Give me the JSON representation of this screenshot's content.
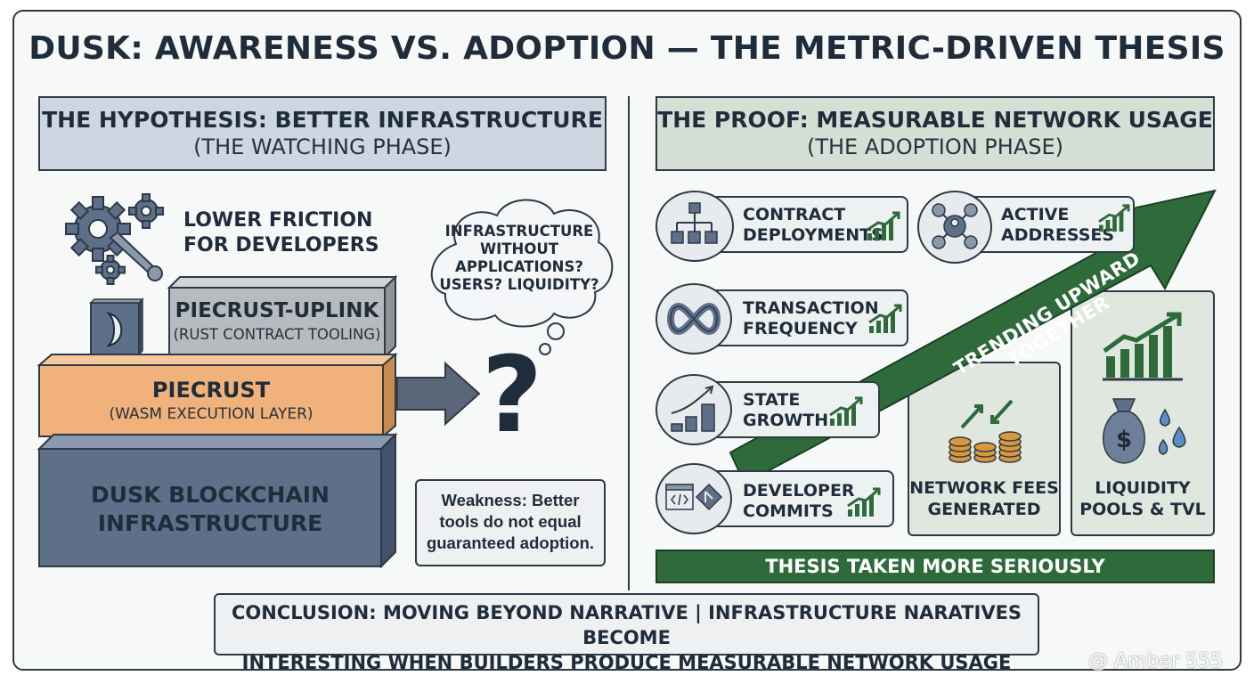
{
  "title": "DUSK: AWARENESS VS. ADOPTION — THE METRIC-DRIVEN THESIS",
  "left": {
    "heading": "THE HYPOTHESIS: BETTER INFRASTRUCTURE",
    "subheading": "(THE WATCHING PHASE)",
    "friction_line1": "LOWER FRICTION",
    "friction_line2": "FOR DEVELOPERS",
    "uplink_title": "PIECRUST-UPLINK",
    "uplink_sub": "(RUST CONTRACT TOOLING)",
    "piecrust_title": "PIECRUST",
    "piecrust_sub": "(WASM EXECUTION LAYER)",
    "dusk_line1": "DUSK BLOCKCHAIN",
    "dusk_line2": "INFRASTRUCTURE",
    "thought_lines": [
      "INFRASTRUCTURE",
      "WITHOUT",
      "APPLICATIONS?",
      "USERS? LIQUIDITY?"
    ],
    "question_mark": "?",
    "weakness_lines": [
      "Weakness: Better",
      "tools do not equal",
      "guaranteed adoption."
    ]
  },
  "right": {
    "heading": "THE PROOF: MEASURABLE NETWORK USAGE",
    "subheading": "(THE ADOPTION PHASE)",
    "metrics": [
      {
        "line1": "CONTRACT",
        "line2": "DEPLOYMENTS",
        "icon": "contract-deploy-icon"
      },
      {
        "line1": "ACTIVE",
        "line2": "ADDRESSES",
        "icon": "network-users-icon"
      },
      {
        "line1": "TRANSACTION",
        "line2": "FREQUENCY",
        "icon": "cycle-icon"
      },
      {
        "line1": "STATE",
        "line2": "GROWTH",
        "icon": "growth-bars-icon"
      },
      {
        "line1": "DEVELOPER",
        "line2": "COMMITS",
        "icon": "code-commit-icon"
      }
    ],
    "fees_line1": "NETWORK FEES",
    "fees_line2": "GENERATED",
    "liquidity_line1": "LIQUIDITY",
    "liquidity_line2": "POOLS & TVL",
    "arrow_text": "TRENDING UPWARD TOGETHER",
    "thesis_bar": "THESIS TAKEN MORE SERIOUSLY"
  },
  "conclusion_line1": "CONCLUSION: MOVING BEYOND NARRATIVE | INFRASTRUCTURE NARATIVES BECOME",
  "conclusion_line2": "INTERESTING WHEN BUILDERS PRODUCE MEASURABLE NETWORK USAGE",
  "watermark": "@ Amber 555",
  "colors": {
    "outline": "#2e3a46",
    "slate": "#5e6f89",
    "orange": "#f0b27a",
    "grey_block": "#b7bbbf",
    "green": "#2f6b3a",
    "left_header": "#cdd6e1",
    "right_header": "#d5dfd6"
  }
}
